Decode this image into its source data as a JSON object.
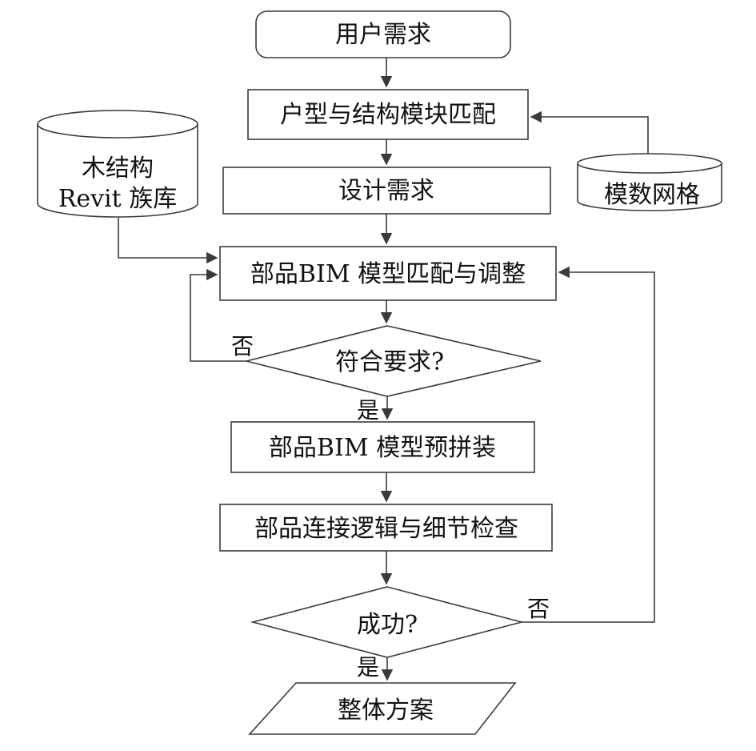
{
  "nodes": {
    "user_needs": "用户需求",
    "module_match": "户型与结构模块匹配",
    "design_needs": "设计需求",
    "bim_match": "部品BIM 模型匹配与调整",
    "meets_req": "符合要求?",
    "preassemble": "部品BIM 模型预拼装",
    "check": "部品连接逻辑与细节检查",
    "success": "成功?",
    "overall": "整体方案"
  },
  "stores": {
    "wood_lib_line1": "木结构",
    "wood_lib_line2": "Revit 族库",
    "modular_grid": "模数网格"
  },
  "edges": {
    "no_1": "否",
    "yes_1": "是",
    "no_2": "否",
    "yes_2": "是"
  }
}
